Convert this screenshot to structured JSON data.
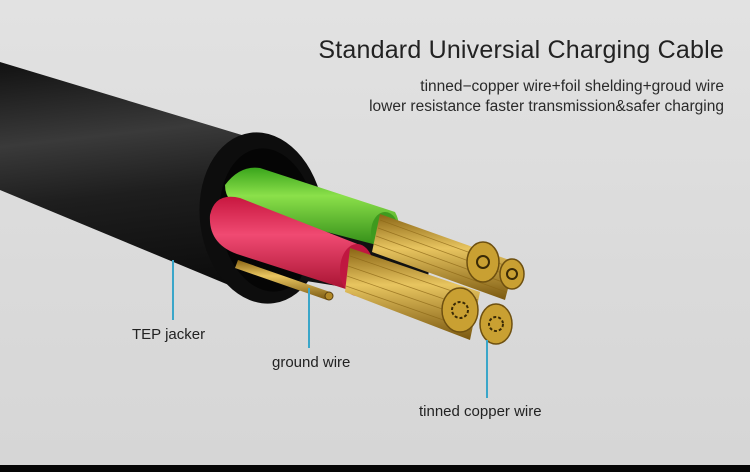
{
  "header": {
    "title": "Standard Universial Charging Cable",
    "subtitle_line1": "tinned−copper wire+foil shelding+groud wire",
    "subtitle_line2": "lower resistance faster transmission&safer charging"
  },
  "callouts": [
    {
      "label": "TEP jacker"
    },
    {
      "label": "ground wire"
    },
    {
      "label": "tinned copper wire"
    }
  ],
  "colors": {
    "jacket": "#1b1b1b",
    "green_wire": "#4fc02a",
    "red_wire": "#e0204e",
    "copper": "#c9a032",
    "leader_line": "#3aa6c9",
    "background": "#dcdcdc"
  }
}
